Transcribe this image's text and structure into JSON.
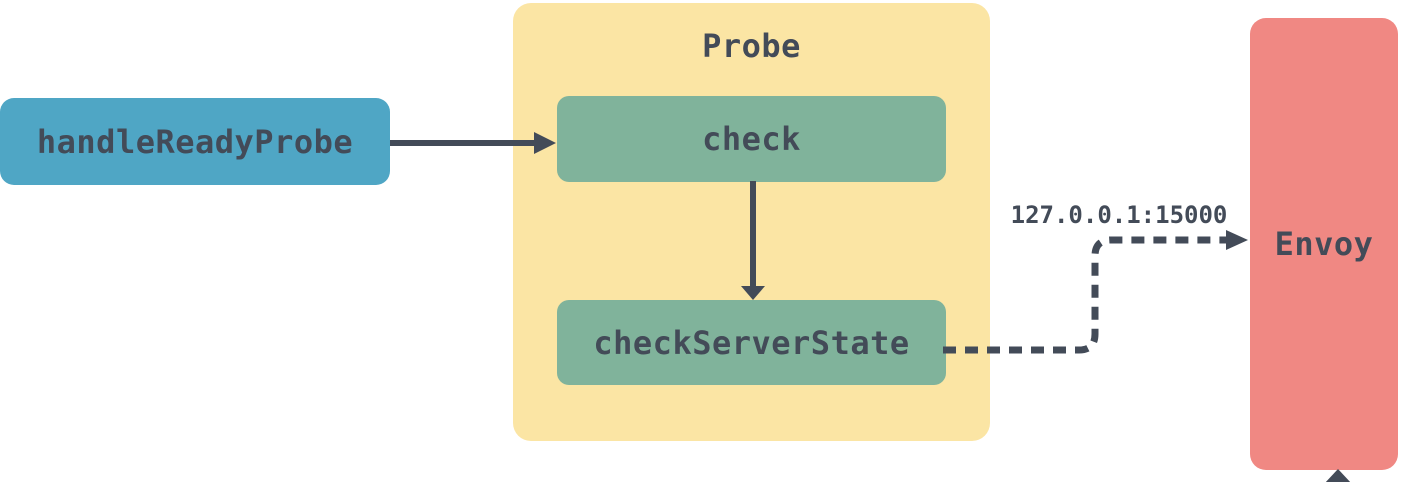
{
  "diagram": {
    "nodes": {
      "handle_ready_probe": {
        "label": "handleReadyProbe",
        "color": "#4FA6C5"
      },
      "probe_group": {
        "label": "Probe",
        "color": "#FBE5A4"
      },
      "check": {
        "label": "check",
        "color": "#80B39B"
      },
      "check_server_state": {
        "label": "checkServerState",
        "color": "#80B39B"
      },
      "envoy": {
        "label": "Envoy",
        "color": "#F08883"
      }
    },
    "edges": {
      "handle_to_check": {
        "style": "solid"
      },
      "check_to_check_server_state": {
        "style": "solid"
      },
      "check_server_state_to_envoy": {
        "style": "dashed",
        "label": "127.0.0.1:15000"
      },
      "bottom_into_envoy": {
        "style": "solid",
        "note": "arrowhead entering Envoy from below, cut off at image edge"
      }
    },
    "colors": {
      "ink": "#434B58"
    }
  }
}
